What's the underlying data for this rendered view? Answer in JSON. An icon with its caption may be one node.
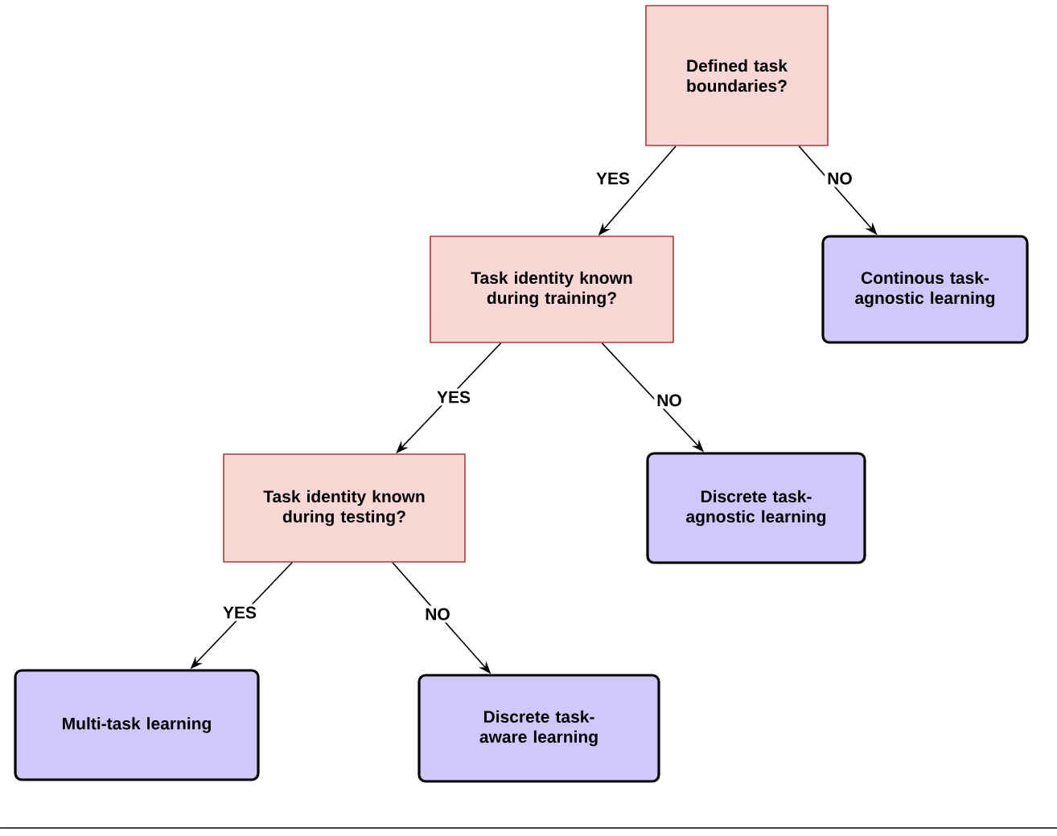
{
  "diagram": {
    "nodes": [
      {
        "text": [
          "Defined task boundaries?"
        ]
      },
      {
        "text": [
          "Task identity known during training?"
        ]
      },
      {
        "text": [
          "Continous task-agnostic learning"
        ]
      },
      {
        "text": [
          "Task identity known during testing?"
        ]
      },
      {
        "text": [
          "Discrete task-agnostic learning"
        ]
      },
      {
        "text": [
          "Multi-task learning"
        ]
      },
      {
        "text": [
          "Discrete task-aware learning"
        ]
      }
    ],
    "edges": [
      {
        "from": 0,
        "to": 1,
        "arrow": "to",
        "label": "YES"
      },
      {
        "from": 0,
        "to": 2,
        "arrow": "to",
        "label": "NO"
      },
      {
        "from": 1,
        "to": 3,
        "arrow": "to",
        "label": "YES"
      },
      {
        "from": 1,
        "to": 4,
        "arrow": "to",
        "label": "NO"
      },
      {
        "from": 3,
        "to": 5,
        "arrow": "to",
        "label": "YES"
      },
      {
        "from": 3,
        "to": 6,
        "arrow": "to",
        "label": "NO"
      }
    ]
  }
}
